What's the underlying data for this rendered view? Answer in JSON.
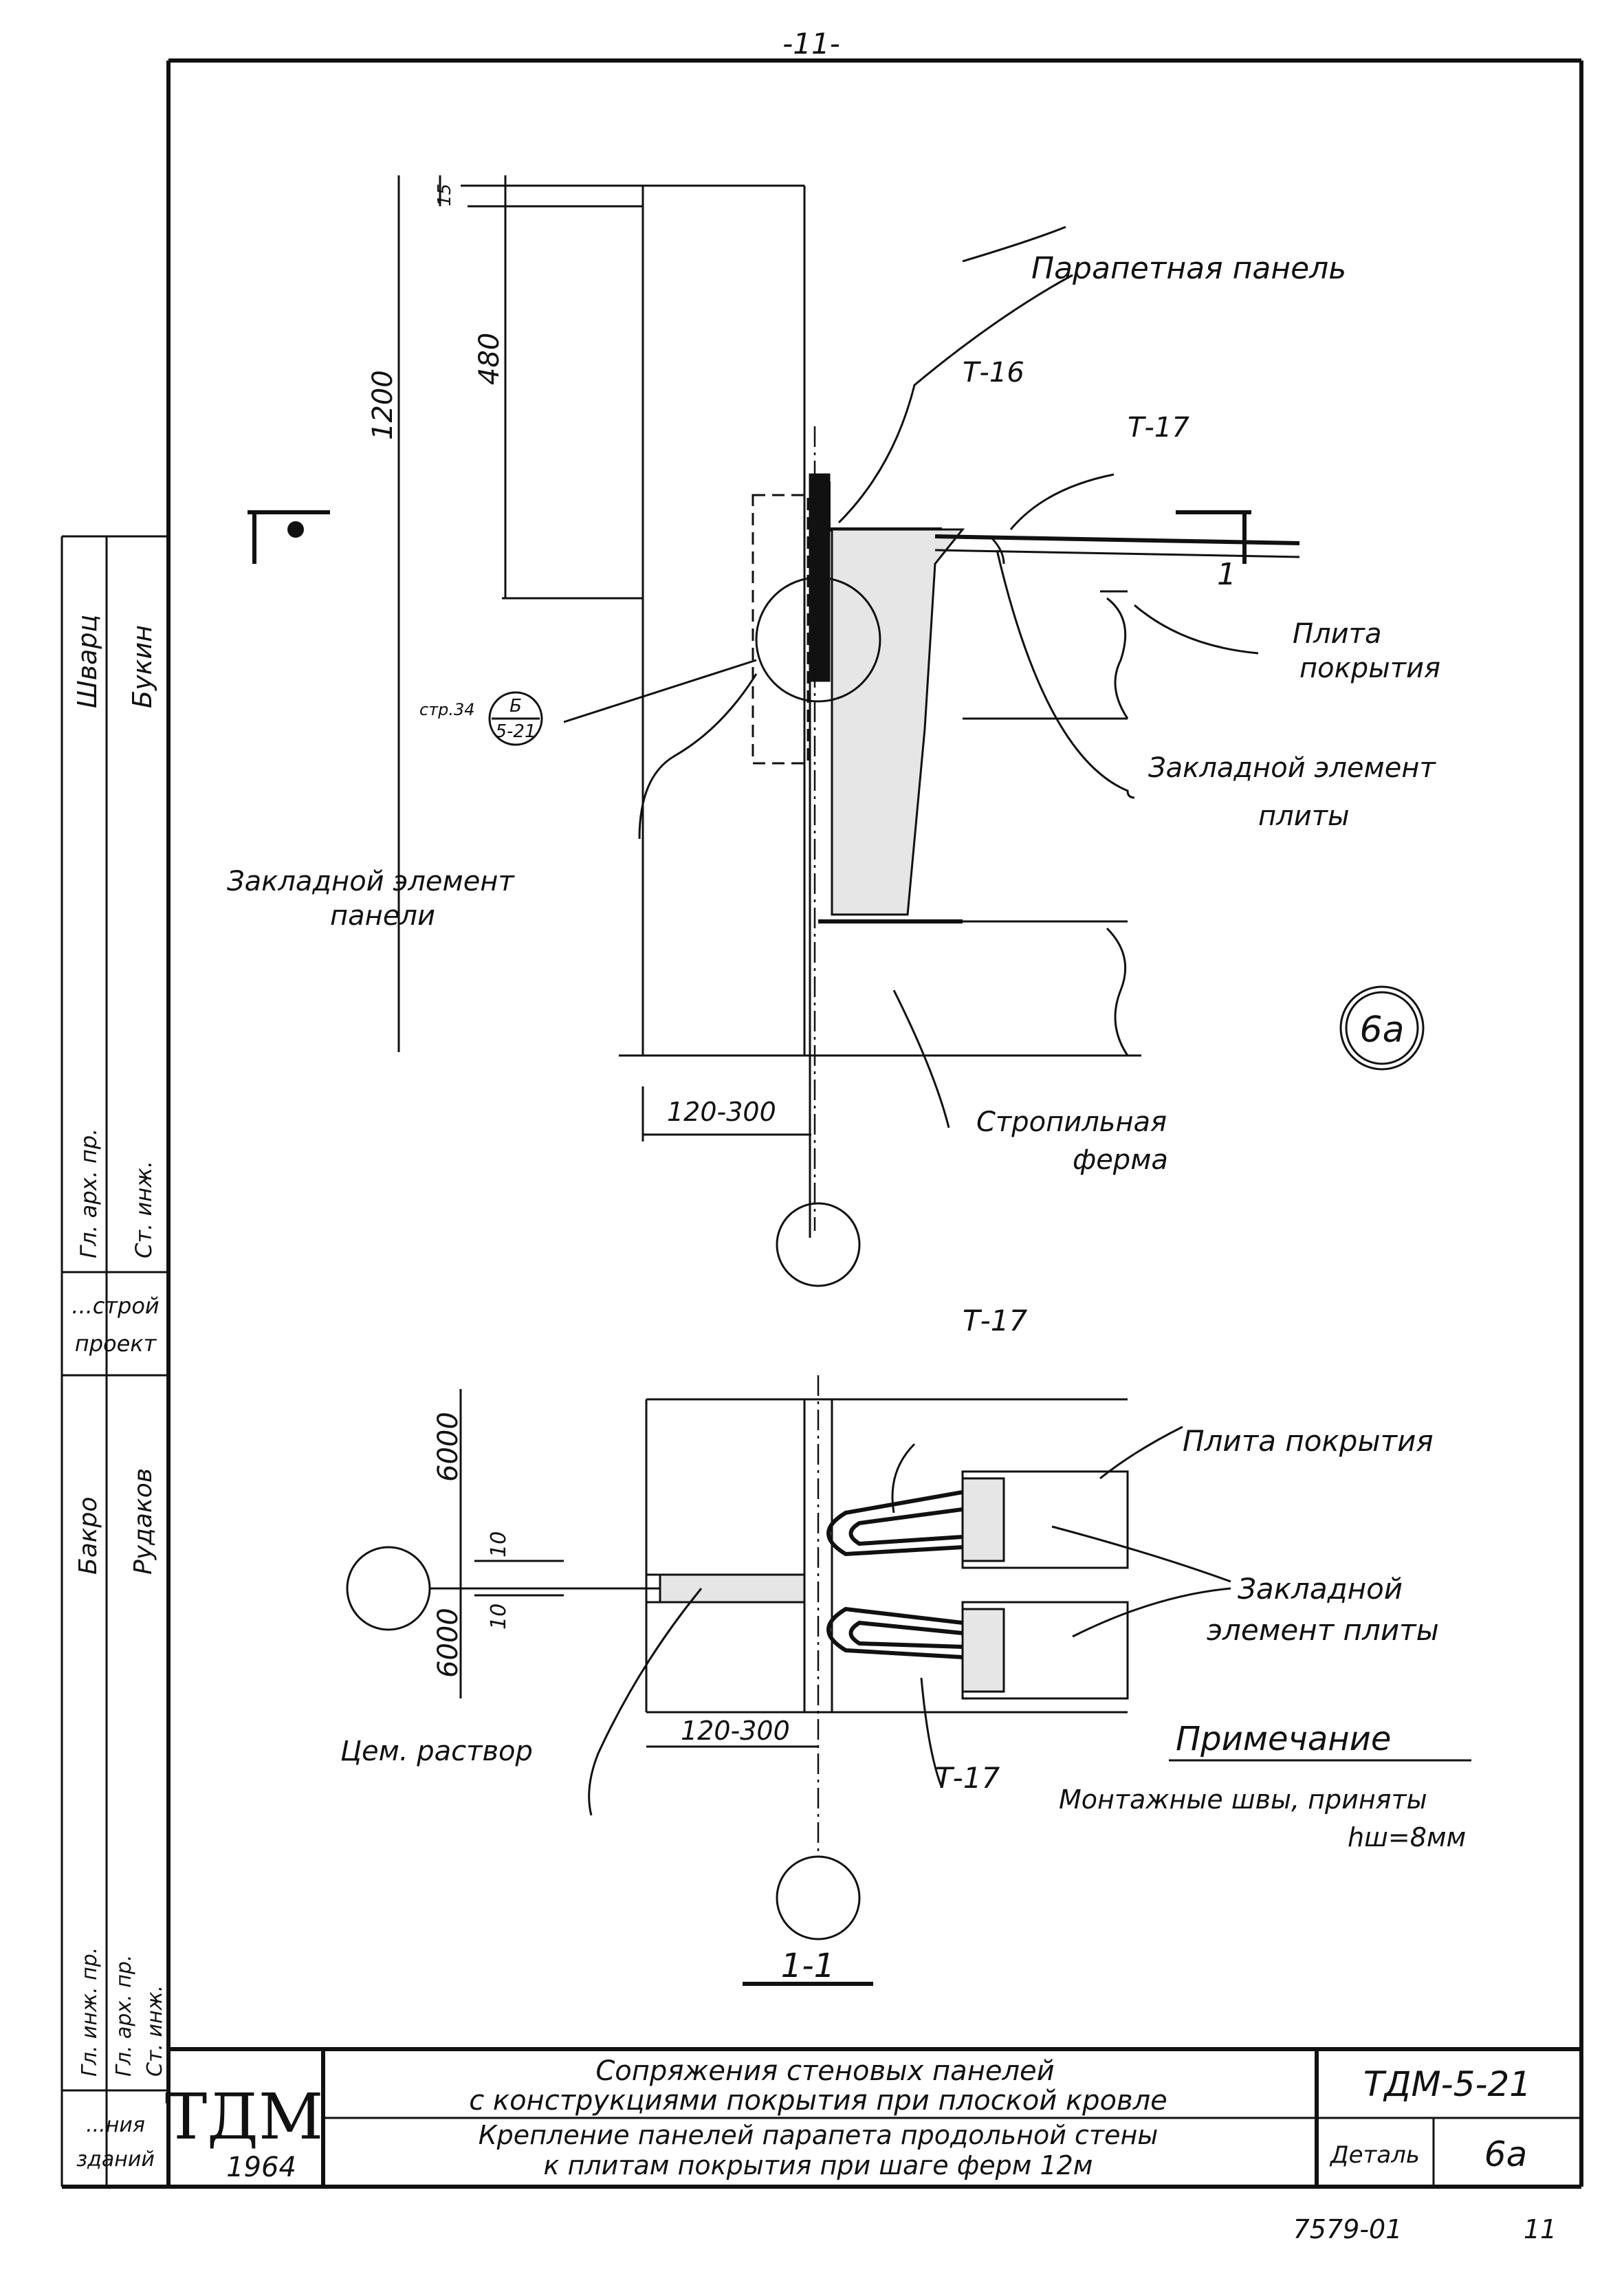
{
  "page": {
    "page_number": "-11-",
    "footer_code": "7579-01",
    "footer_page": "11"
  },
  "section_top": {
    "dims": {
      "d15": "15",
      "d480": "480",
      "d1200": "1200",
      "d120_300": "120-300"
    },
    "labels": {
      "parapet_panel": "Парапетная панель",
      "t16": "Т-16",
      "t17": "Т-17",
      "slab": [
        "Плита",
        "покрытия"
      ],
      "embed_slab": [
        "Закладной элемент",
        "плиты"
      ],
      "embed_panel": [
        "Закладной элемент",
        "панели"
      ],
      "truss": [
        "Стропильная",
        "ферма"
      ],
      "detail_mark": "6а",
      "section_mark": "1",
      "ref_page": "стр.34",
      "ref_num": "Б",
      "ref_den": "5-21"
    }
  },
  "section_plan": {
    "dims": {
      "d6000_top": "6000",
      "d6000_bot": "6000",
      "d10a": "10",
      "d10b": "10",
      "d120_300": "120-300"
    },
    "labels": {
      "t17_top": "Т-17",
      "t17_bot": "Т-17",
      "slab": "Плита покрытия",
      "embed_slab": [
        "Закладной",
        "элемент плиты"
      ],
      "mortar": "Цем. раствор",
      "section_title": "1-1"
    }
  },
  "note": {
    "title": "Примечание",
    "line1": "Монтажные швы, приняты",
    "line2": "hш=8мм"
  },
  "title_block": {
    "logo": "ТДМ",
    "year": "1964",
    "title_line1": "Сопряжения стеновых панелей",
    "title_line2": "с конструкциями покрытия при плоской кровле",
    "subtitle_line1": "Крепление панелей парапета продольной стены",
    "subtitle_line2": "к плитам покрытия при шаге ферм 12м",
    "code": "ТДМ-5-21",
    "detail_label": "Деталь",
    "detail_value": "6а"
  },
  "stamp_column": {
    "upper": [
      "Шварц",
      "Букин",
      "Гл. арх. пр.",
      "Ст. инж."
    ],
    "org": [
      "...строй",
      "проект"
    ],
    "lower": [
      "Бакро",
      "Рудаков",
      "Гл. инж. пр.",
      "Гл. арх. пр.",
      "Ст. инж."
    ],
    "bottom": [
      "...ния",
      "зданий"
    ]
  }
}
